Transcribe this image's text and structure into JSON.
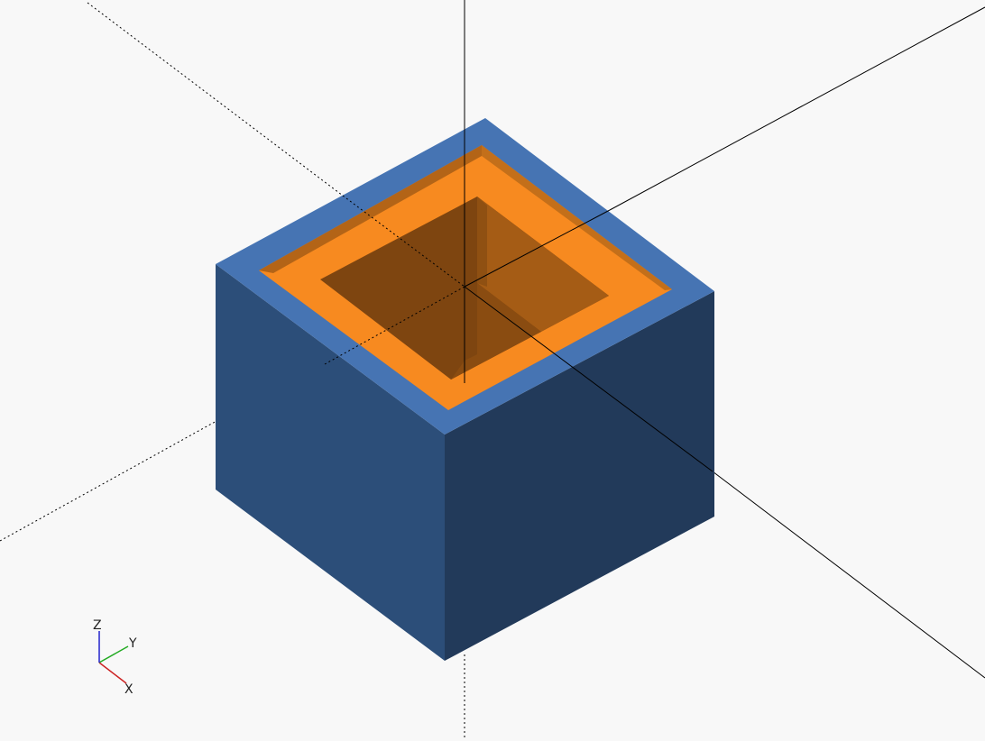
{
  "viewport": {
    "background_color": "#f8f8f8"
  },
  "model": {
    "outer_top_color": "#4674b3",
    "outer_left_color": "#2c4e79",
    "outer_right_color": "#223a5a",
    "inner_rim_color": "#f78a20",
    "inner_wall_shadow_color": "#a55d12",
    "inner_floor_color": "#7e4510",
    "inner_wall_light_color": "#a55c15"
  },
  "axes": {
    "line_color": "#000000"
  },
  "axis_indicator": {
    "x_label": "X",
    "y_label": "Y",
    "z_label": "Z",
    "x_color": "#cc2222",
    "y_color": "#22aa22",
    "z_color": "#2222cc"
  }
}
